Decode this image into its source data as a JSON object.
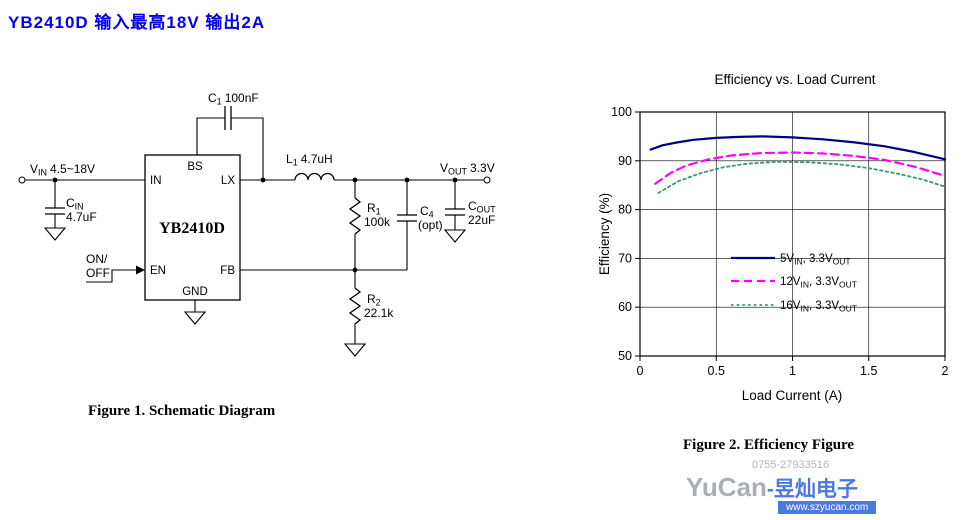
{
  "page": {
    "title": "YB2410D 输入最高18V 输出2A"
  },
  "figure1": {
    "caption": "Figure 1. Schematic Diagram",
    "ic": "YB2410D",
    "pins": {
      "in": "IN",
      "en": "EN",
      "bs": "BS",
      "lx": "LX",
      "fb": "FB",
      "gnd": "GND"
    },
    "vin": {
      "sym": "V",
      "sub": "IN",
      "val": "4.5~18V"
    },
    "vout": {
      "sym": "V",
      "sub": "OUT",
      "val": "3.3V"
    },
    "cin": {
      "sym": "C",
      "sub": "IN",
      "val": "4.7uF"
    },
    "c1": {
      "sym": "C",
      "sub": "1",
      "val": "100nF"
    },
    "l1": {
      "sym": "L",
      "sub": "1",
      "val": "4.7uH"
    },
    "r1": {
      "sym": "R",
      "sub": "1",
      "val": "100k"
    },
    "c4": {
      "sym": "C",
      "sub": "4",
      "val": "(opt)"
    },
    "cout": {
      "sym": "C",
      "sub": "OUT",
      "val": "22uF"
    },
    "r2": {
      "sym": "R",
      "sub": "2",
      "val": "22.1k"
    },
    "on": "ON/",
    "off": "OFF"
  },
  "figure2": {
    "caption": "Figure 2. Efficiency Figure",
    "legend": [
      {
        "pre": "5V",
        "sub1": "IN",
        "mid": ", 3.3V",
        "sub2": "OUT"
      },
      {
        "pre": "12V",
        "sub1": "IN",
        "mid": ", 3.3V",
        "sub2": "OUT"
      },
      {
        "pre": "16V",
        "sub1": "IN",
        "mid": ", 3.3V",
        "sub2": "OUT"
      }
    ]
  },
  "chart_data": {
    "type": "line",
    "title": "Efficiency vs. Load Current",
    "xlabel": "Load Current (A)",
    "ylabel": "Efficiency (%)",
    "xlim": [
      0,
      2
    ],
    "ylim": [
      50,
      100
    ],
    "xticks": [
      0,
      0.5,
      1,
      1.5,
      2
    ],
    "yticks": [
      50,
      60,
      70,
      80,
      90,
      100
    ],
    "grid": true,
    "legend_position": "inside-middle-right",
    "series": [
      {
        "name": "5VIN, 3.3VOUT",
        "color": "#000080",
        "style": "solid",
        "x": [
          0.07,
          0.15,
          0.25,
          0.35,
          0.5,
          0.65,
          0.8,
          1.0,
          1.2,
          1.4,
          1.6,
          1.8,
          2.0
        ],
        "y": [
          92.3,
          93.2,
          93.8,
          94.3,
          94.7,
          94.9,
          95.0,
          94.8,
          94.4,
          93.8,
          93.0,
          91.8,
          90.3
        ]
      },
      {
        "name": "12VIN, 3.3VOUT",
        "color": "#ff00ff",
        "style": "dashed",
        "x": [
          0.1,
          0.2,
          0.3,
          0.45,
          0.6,
          0.8,
          1.0,
          1.2,
          1.4,
          1.6,
          1.8,
          2.0
        ],
        "y": [
          85.3,
          87.5,
          89.0,
          90.3,
          91.1,
          91.6,
          91.7,
          91.5,
          91.0,
          90.2,
          88.8,
          86.9
        ]
      },
      {
        "name": "16VIN, 3.3VOUT",
        "color": "#339966",
        "style": "dotted",
        "x": [
          0.12,
          0.25,
          0.4,
          0.55,
          0.7,
          0.9,
          1.1,
          1.3,
          1.5,
          1.7,
          1.85,
          2.0
        ],
        "y": [
          83.4,
          85.8,
          87.5,
          88.7,
          89.4,
          89.8,
          89.7,
          89.3,
          88.5,
          87.3,
          86.2,
          84.7
        ]
      }
    ]
  },
  "watermark": {
    "phone": "0755-27933516",
    "brand_en": "YuCan",
    "brand_cn": "-昱灿电子",
    "site": "www.szyucan.com"
  }
}
